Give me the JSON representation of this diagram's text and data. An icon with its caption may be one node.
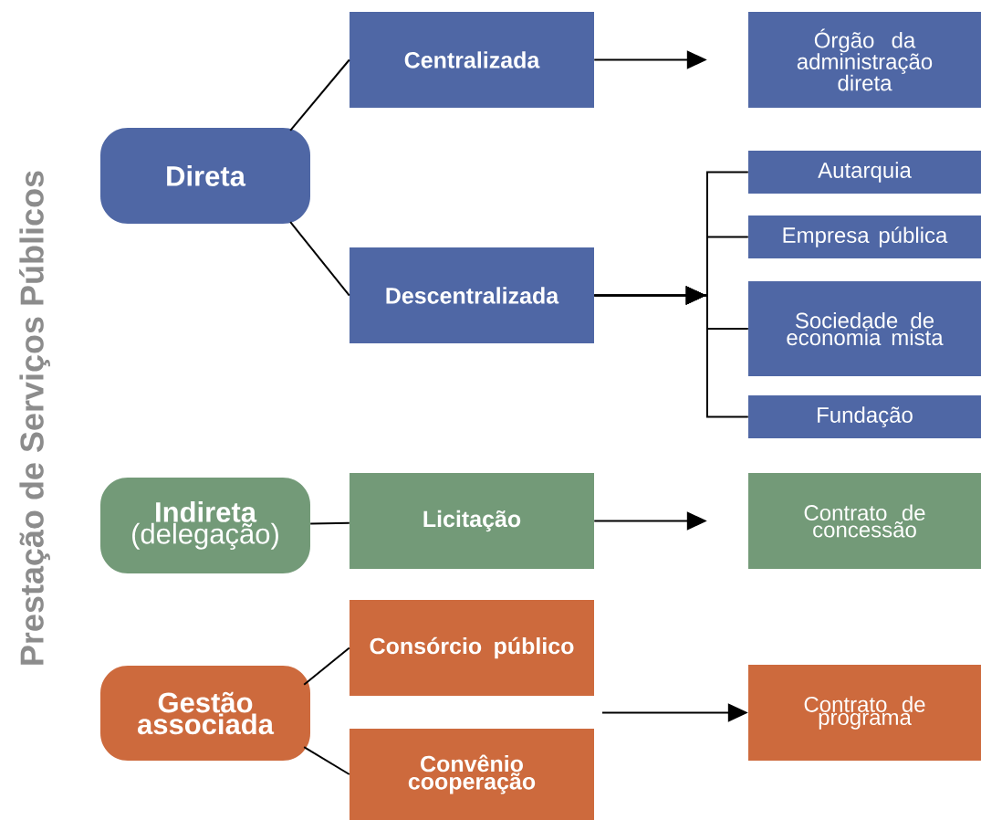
{
  "diagram": {
    "title": "Prestação de Serviços Públicos",
    "nodes": [
      {
        "text": [
          "Direta"
        ]
      },
      {
        "text": [
          "Centralizada"
        ]
      },
      {
        "text": [
          "Órgão da administração direta"
        ]
      },
      {
        "text": [
          "Descentralizada"
        ]
      },
      {
        "text": [
          "Autarquia"
        ]
      },
      {
        "text": [
          "Empresa pública"
        ]
      },
      {
        "text": [
          "Sociedade de economia mista"
        ]
      },
      {
        "text": [
          "Fundação"
        ]
      },
      {
        "text": [
          "Indireta",
          "(delegação)"
        ]
      },
      {
        "text": [
          "Licitação"
        ]
      },
      {
        "text": [
          "Contrato de concessão"
        ]
      },
      {
        "text": [
          "Gestão associada"
        ]
      },
      {
        "text": [
          "Consórcio público"
        ]
      },
      {
        "text": [
          "Convênio cooperação"
        ]
      },
      {
        "text": [
          "Contrato de programa"
        ]
      }
    ],
    "edges": [
      {
        "from": 0,
        "to": 1,
        "arrow": "none"
      },
      {
        "from": 0,
        "to": 3,
        "arrow": "none"
      },
      {
        "from": 1,
        "to": 2,
        "arrow": "to"
      },
      {
        "from": 3,
        "to": 4,
        "arrow": "to"
      },
      {
        "from": 3,
        "to": 5,
        "arrow": "to"
      },
      {
        "from": 3,
        "to": 6,
        "arrow": "to"
      },
      {
        "from": 3,
        "to": 7,
        "arrow": "to"
      },
      {
        "from": 8,
        "to": 9,
        "arrow": "none"
      },
      {
        "from": 9,
        "to": 10,
        "arrow": "to"
      },
      {
        "from": 11,
        "to": 12,
        "arrow": "none"
      },
      {
        "from": 11,
        "to": 13,
        "arrow": "none"
      },
      {
        "from": null,
        "to": 14,
        "arrow": "to"
      }
    ]
  }
}
